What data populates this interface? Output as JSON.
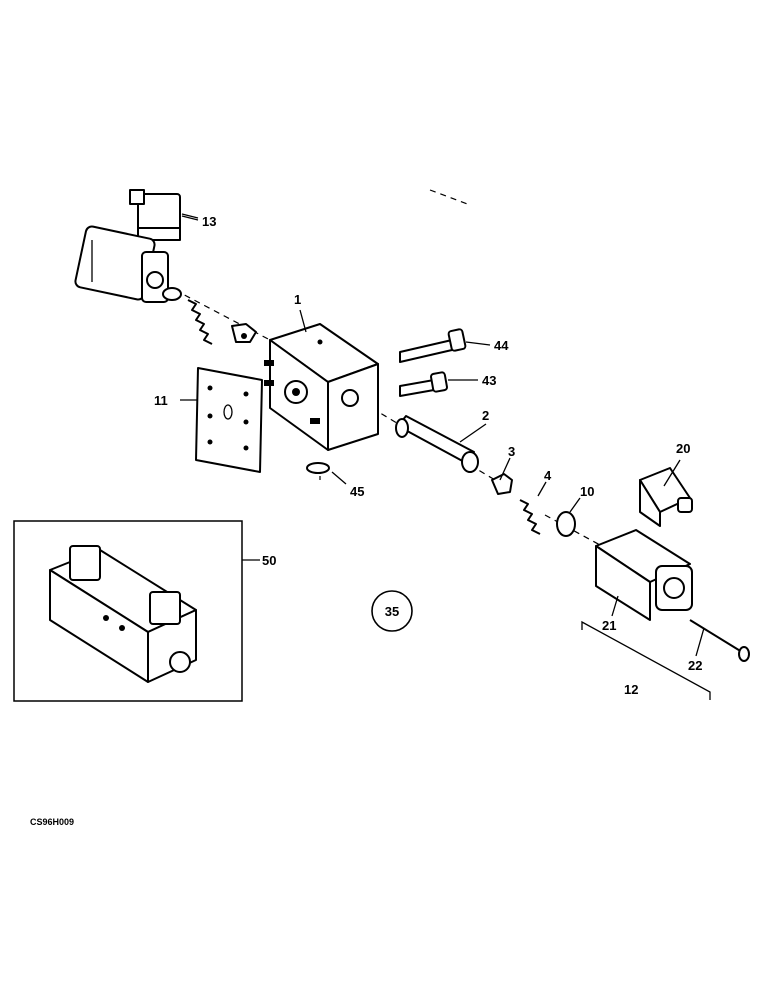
{
  "callouts": {
    "c1": "1",
    "c2": "2",
    "c3": "3",
    "c4": "4",
    "c10": "10",
    "c11": "11",
    "c12": "12",
    "c13": "13",
    "c20": "20",
    "c21": "21",
    "c22": "22",
    "c43": "43",
    "c44": "44",
    "c45": "45",
    "c50": "50"
  },
  "group_number": "35",
  "drawing_code": "CS96H009",
  "colors": {
    "ink": "#000000",
    "paper": "#ffffff"
  }
}
